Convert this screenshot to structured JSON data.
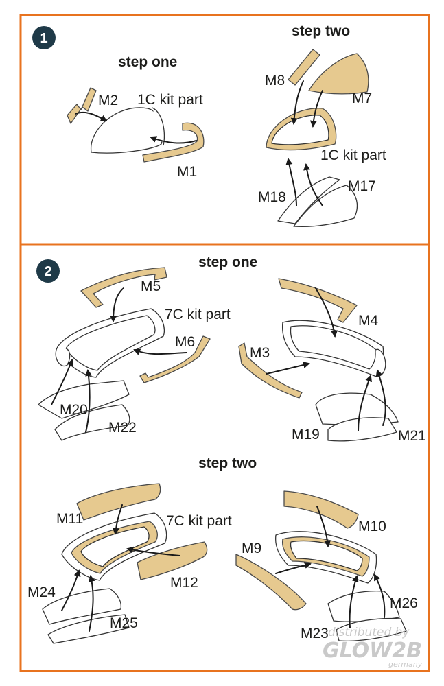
{
  "colors": {
    "frame": "#e8731f",
    "badge": "#1f3a48",
    "mask_fill": "#e6c98f"
  },
  "sections": [
    {
      "number": "1",
      "step_one": {
        "title": "step one",
        "kit_part": "1C kit part",
        "labels": [
          "M2",
          "M1"
        ]
      },
      "step_two": {
        "title": "step two",
        "kit_part": "1C kit part",
        "labels": [
          "M8",
          "M7",
          "M18",
          "M17"
        ]
      }
    },
    {
      "number": "2",
      "step_one": {
        "title": "step one",
        "kit_part": "7C kit part",
        "labels": [
          "M5",
          "M6",
          "M20",
          "M22",
          "M4",
          "M3",
          "M19",
          "M21"
        ]
      },
      "step_two": {
        "title": "step two",
        "kit_part": "7C kit part",
        "labels": [
          "M11",
          "M12",
          "M24",
          "M25",
          "M10",
          "M9",
          "M26",
          "M23"
        ]
      }
    }
  ],
  "watermark": {
    "line1": "distributed by",
    "brand": "GLOW2B",
    "line3": "germany"
  }
}
